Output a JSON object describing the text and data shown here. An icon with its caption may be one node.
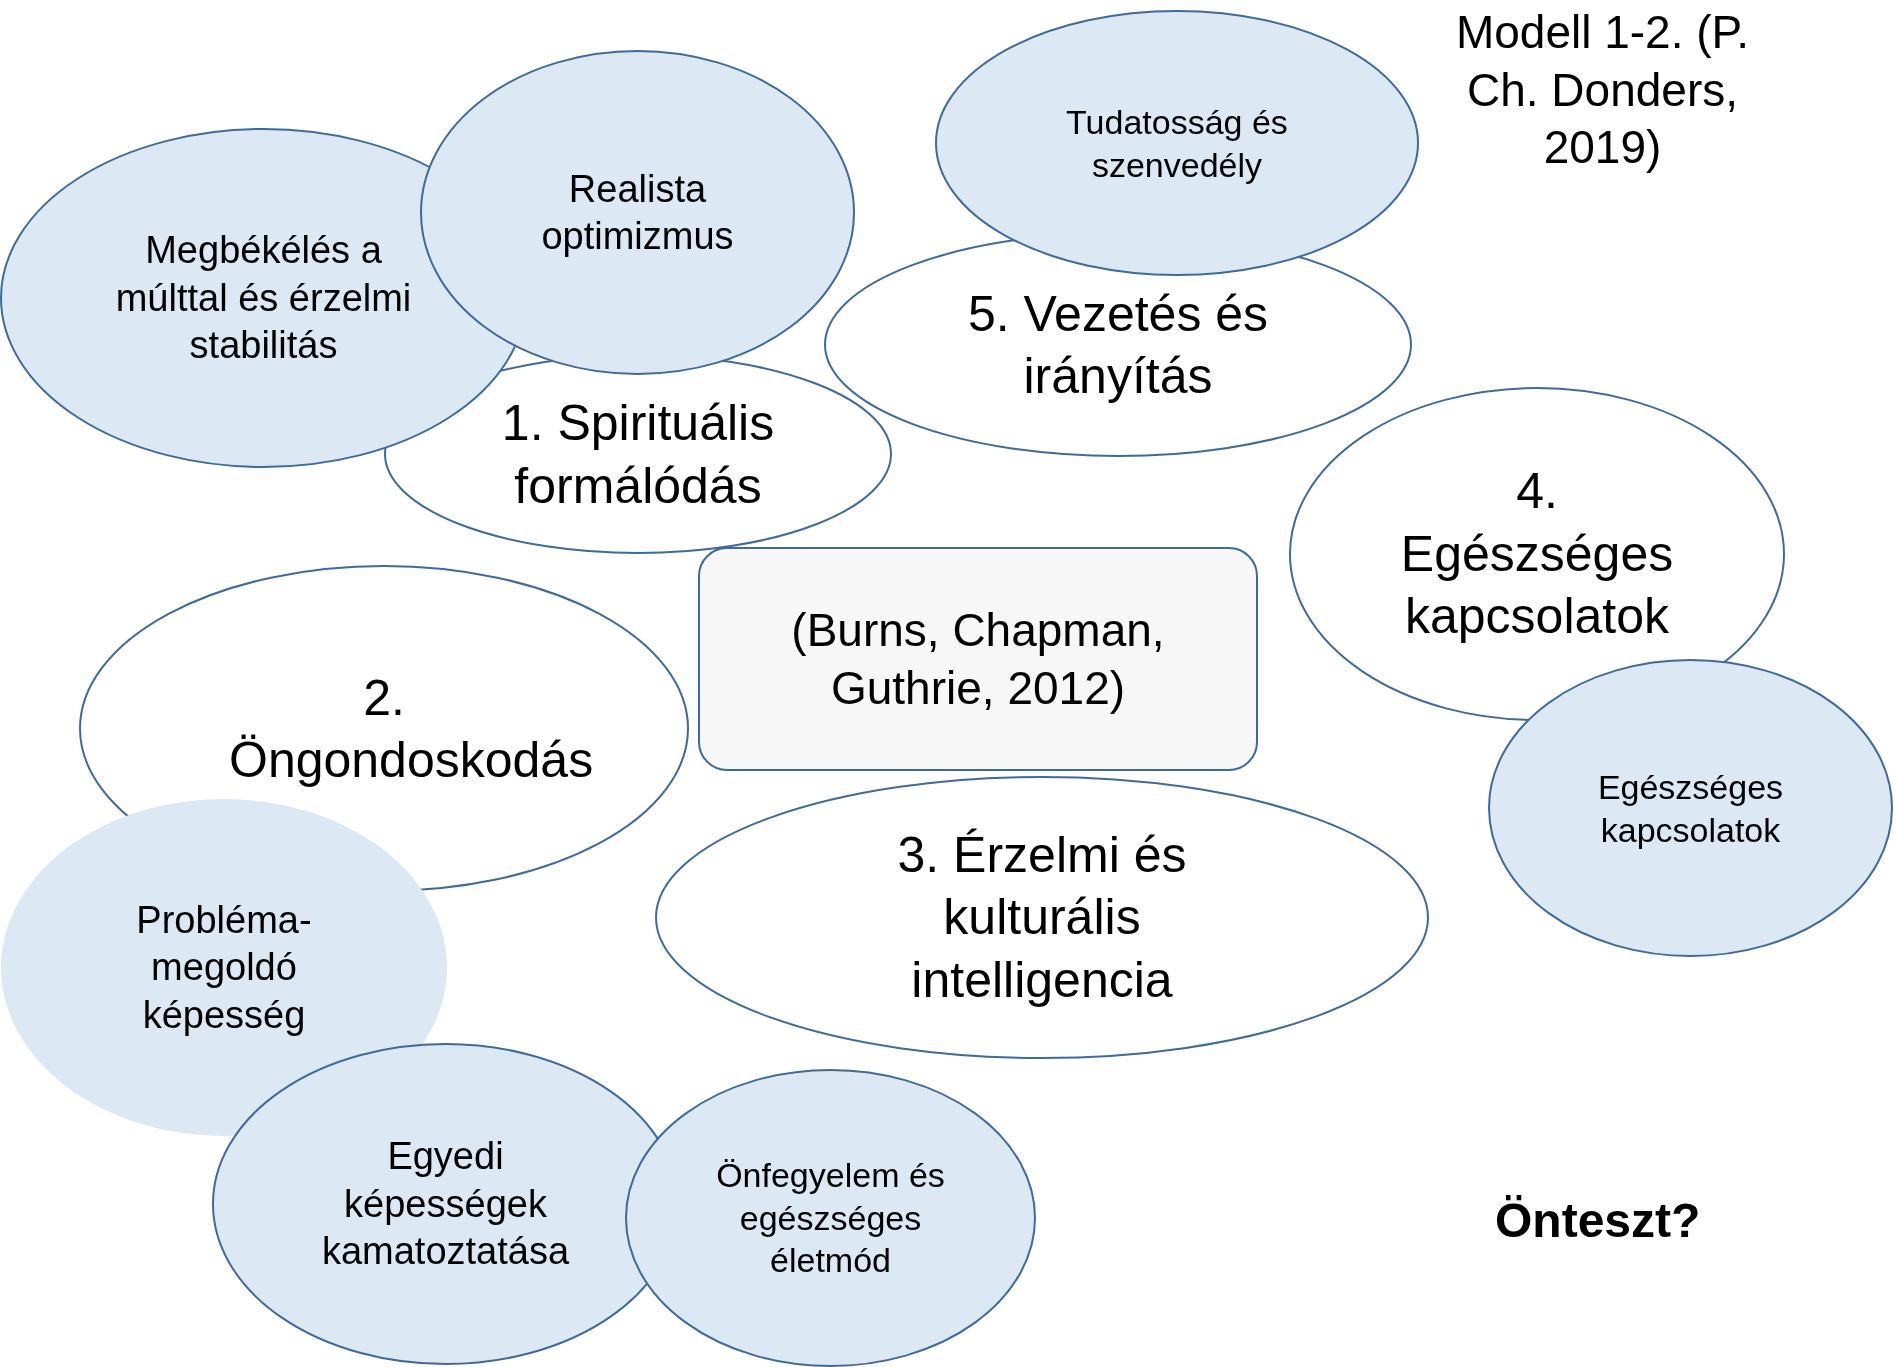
{
  "diagram": {
    "title": "Modell 1-2. (P. Ch. Donders, 2019)",
    "nodes": [
      {
        "text": [
          "Megbékélés a múlttal és érzelmi stabilitás"
        ]
      },
      {
        "text": [
          "Realista optimizmus"
        ]
      },
      {
        "text": [
          "Tudatosság és szenvedély"
        ]
      },
      {
        "text": [
          "5. Vezetés és irányítás"
        ]
      },
      {
        "text": [
          "1. Spirituális formálódás"
        ]
      },
      {
        "text": [
          "4. Egészséges kapcsolatok"
        ]
      },
      {
        "text": [
          "(Burns, Chapman, Guthrie, 2012)"
        ]
      },
      {
        "text": [
          "2. Öngondoskodás"
        ]
      },
      {
        "text": [
          "Egészséges kapcsolatok"
        ]
      },
      {
        "text": [
          "3. Érzelmi és kulturális intelligencia"
        ]
      },
      {
        "text": [
          "Probléma-megoldó képesség"
        ]
      },
      {
        "text": [
          "Egyedi képességek kamatoztatása"
        ]
      },
      {
        "text": [
          "Önfegyelem és egészséges életmód"
        ]
      }
    ],
    "labels": [
      "Önteszt?"
    ]
  }
}
